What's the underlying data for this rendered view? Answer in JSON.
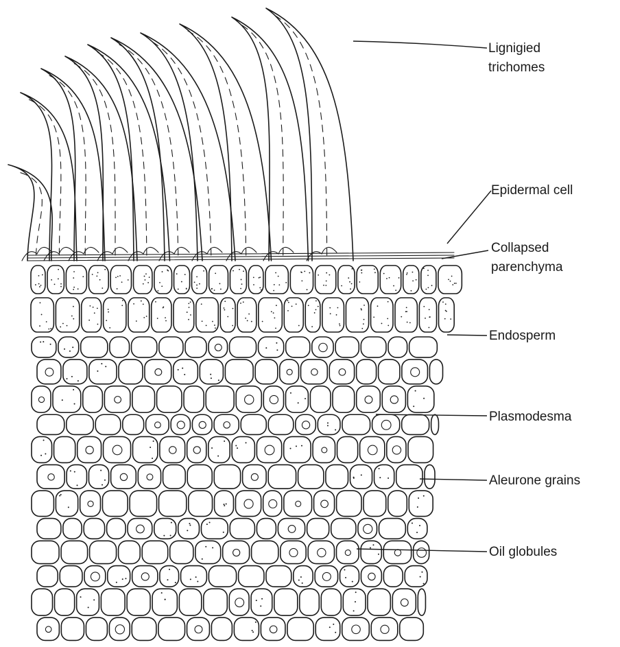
{
  "diagram": {
    "labels": {
      "trichomes": [
        "Lignigied",
        "trichomes"
      ],
      "epidermal": [
        "Epidermal cell"
      ],
      "collapsed": [
        "Collapsed",
        "parenchyma"
      ],
      "endosperm": [
        "Endosperm"
      ],
      "plasmodesma": [
        "Plasmodesma"
      ],
      "aleurone": [
        "Aleurone grains"
      ],
      "oil": [
        "Oil globules"
      ]
    }
  }
}
